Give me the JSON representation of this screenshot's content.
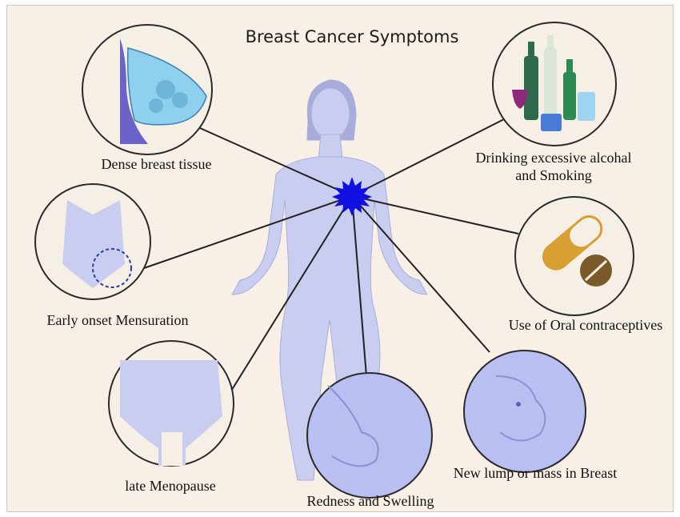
{
  "title": "Breast Cancer Symptoms",
  "labels": {
    "dense_breast": "Dense breast tissue",
    "alcohol_line1": "Drinking excessive alcohal",
    "alcohol_line2": "and Smoking",
    "early_onset": "Early onset Mensuration",
    "oral_contraceptives": "Use of Oral contraceptives",
    "late_menopause": "late Menopause",
    "redness_swelling": "Redness and Swelling",
    "new_lump": "New lump or mass in Breast"
  },
  "colors": {
    "background": "#f8f0e7",
    "body": "#c9cdef",
    "burst": "#1010e0",
    "circle_fill_blue": "#b9bff0",
    "pill": "#d8a032",
    "tablet": "#7a5a2a"
  }
}
